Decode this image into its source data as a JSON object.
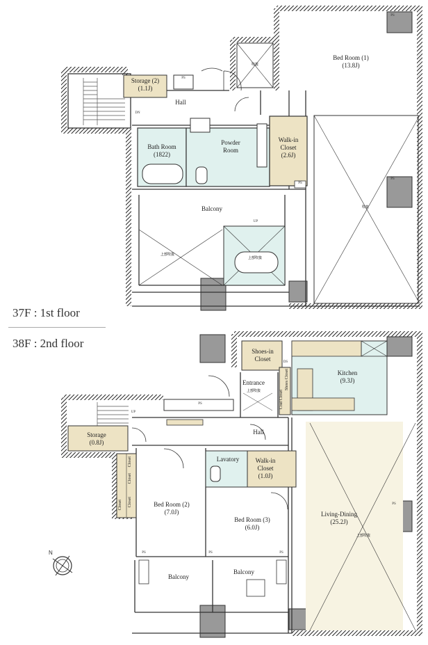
{
  "floors": {
    "f37": "37F : 1st floor",
    "f38": "38F : 2nd floor"
  },
  "f37": {
    "bedroom1": [
      "Bed Room (1)",
      "(13.8J)"
    ],
    "storage2": [
      "Storage (2)",
      "(1.1J)"
    ],
    "hall": "Hall",
    "bath": [
      "Bath Room",
      "(1822)"
    ],
    "powder": [
      "Powder",
      "Room"
    ],
    "walkin": [
      "Walk-in",
      "Closet",
      "(2.6J)"
    ],
    "balcony": "Balcony",
    "ps1": "PS",
    "ps2": "PS",
    "ps3": "PS",
    "ps4": "PS",
    "fukinuke1": "吹抜",
    "fukinuke2": "吹抜",
    "up": "UP",
    "dn": "DN",
    "upper1": "上部吹抜",
    "upper2": "上部吹抜"
  },
  "f38": {
    "shoes": [
      "Shoes-in",
      "Closet"
    ],
    "ds": "DS",
    "kitchen": [
      "Kitchen",
      "(9.3J)"
    ],
    "entrance": "Entrance",
    "upper_entrance": "上部吹抜",
    "coat": "Coat Closet",
    "shoes2": "Shoes Closet",
    "ps_hall": "PS",
    "up": "UP",
    "storage": [
      "Storage",
      "(0.8J)"
    ],
    "hall": "Hall",
    "closet": "Closet",
    "lavatory": "Lavatory",
    "walkin": [
      "Walk-in",
      "Closet",
      "(1.0J)"
    ],
    "bed2": [
      "Bed Room (2)",
      "(7.0J)"
    ],
    "bed3": [
      "Bed Room (3)",
      "(6.0J)"
    ],
    "living": [
      "Living-Dining",
      "(25.2J)"
    ],
    "upper_living": "上部吹抜",
    "balcony1": "Balcony",
    "balcony2": "Balcony",
    "ps_a": "PS",
    "ps_b": "PS",
    "ps_c": "PS",
    "ps_d": "PS"
  }
}
